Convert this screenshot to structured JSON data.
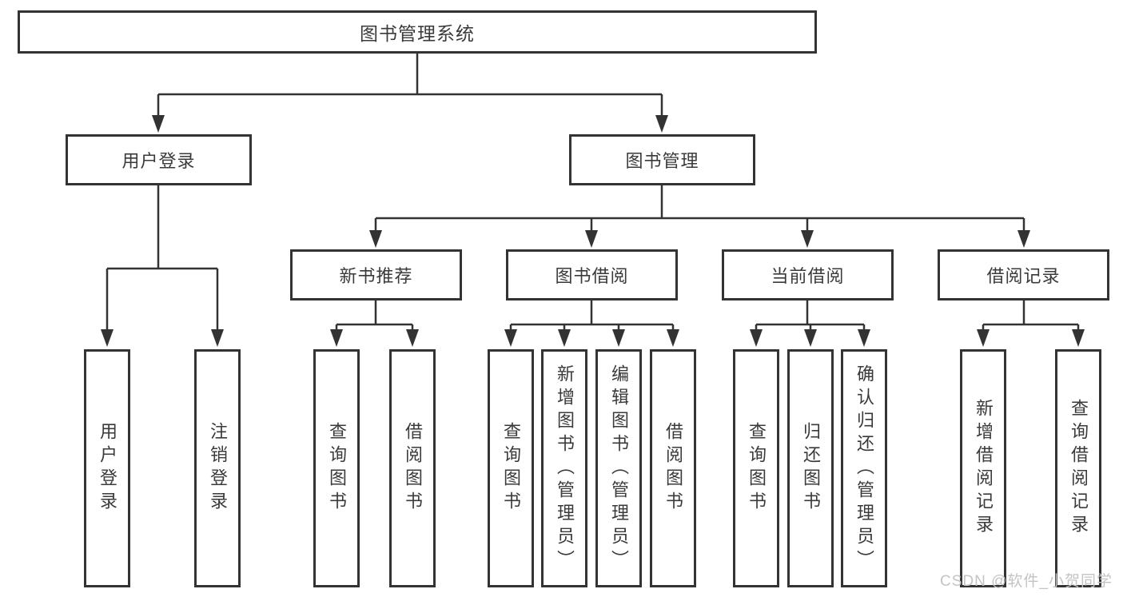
{
  "root": {
    "label": "图书管理系统"
  },
  "level2": [
    {
      "label": "用户登录"
    },
    {
      "label": "图书管理"
    }
  ],
  "level3": [
    {
      "label": "新书推荐",
      "parent": "图书管理"
    },
    {
      "label": "图书借阅",
      "parent": "图书管理"
    },
    {
      "label": "当前借阅",
      "parent": "图书管理"
    },
    {
      "label": "借阅记录",
      "parent": "图书管理"
    }
  ],
  "leaves": [
    {
      "label": "用户登录",
      "parent": "用户登录"
    },
    {
      "label": "注销登录",
      "parent": "用户登录"
    },
    {
      "label": "查询图书",
      "parent": "新书推荐"
    },
    {
      "label": "借阅图书",
      "parent": "新书推荐"
    },
    {
      "label": "查询图书",
      "parent": "图书借阅"
    },
    {
      "label": "新增图书（管理员）",
      "parent": "图书借阅"
    },
    {
      "label": "编辑图书（管理员）",
      "parent": "图书借阅"
    },
    {
      "label": "借阅图书",
      "parent": "图书借阅"
    },
    {
      "label": "查询图书",
      "parent": "当前借阅"
    },
    {
      "label": "归还图书",
      "parent": "当前借阅"
    },
    {
      "label": "确认归还（管理员）",
      "parent": "当前借阅"
    },
    {
      "label": "新增借阅记录",
      "parent": "借阅记录"
    },
    {
      "label": "查询借阅记录",
      "parent": "借阅记录"
    }
  ],
  "watermark": "CSDN @软件_小贺同学",
  "colors": {
    "line": "#333333",
    "text": "#3a3a3a",
    "watermark": "#c4c4c4",
    "background": "#ffffff"
  }
}
